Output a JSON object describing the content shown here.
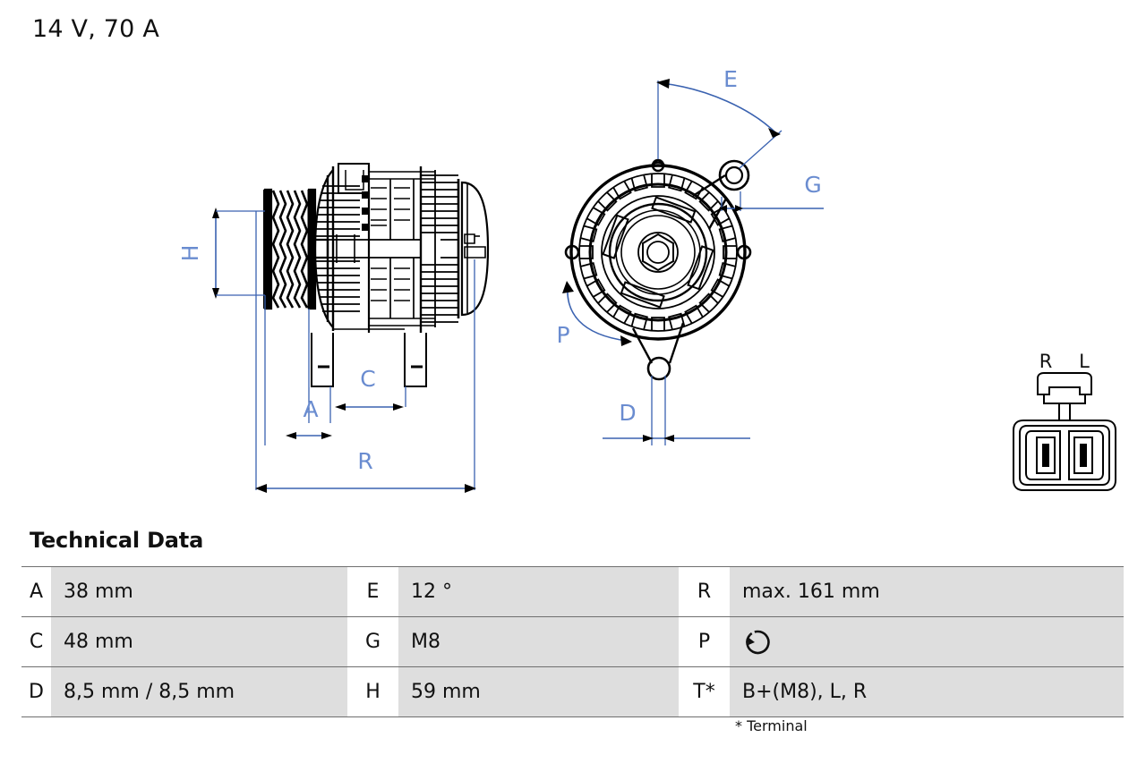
{
  "header": {
    "title": "14 V, 70 A"
  },
  "drawing": {
    "side_view": {
      "name": "alternator-side-view",
      "dimension_labels": [
        {
          "id": "H",
          "label": "H",
          "orientation": "vertical"
        },
        {
          "id": "A",
          "label": "A",
          "orientation": "horizontal"
        },
        {
          "id": "C",
          "label": "C",
          "orientation": "horizontal"
        },
        {
          "id": "R",
          "label": "R",
          "orientation": "horizontal"
        }
      ]
    },
    "front_view": {
      "name": "alternator-front-view",
      "dimension_labels": [
        {
          "id": "E",
          "label": "E",
          "type": "angle"
        },
        {
          "id": "G",
          "label": "G",
          "type": "leader"
        },
        {
          "id": "P",
          "label": "P",
          "type": "rotation"
        },
        {
          "id": "D",
          "label": "D",
          "type": "linear"
        }
      ]
    },
    "connector": {
      "name": "plug-connector",
      "pins": [
        {
          "label": "R"
        },
        {
          "label": "L"
        }
      ]
    }
  },
  "technical_data": {
    "heading": "Technical Data",
    "rows": [
      {
        "k1": "A",
        "v1": "38 mm",
        "k2": "E",
        "v2": "12 °",
        "k3": "R",
        "v3": "max. 161 mm"
      },
      {
        "k1": "C",
        "v1": "48 mm",
        "k2": "G",
        "v2": "M8",
        "k3": "P",
        "v3": ""
      },
      {
        "k1": "D",
        "v1": "8,5 mm / 8,5 mm",
        "k2": "H",
        "v2": "59 mm",
        "k3": "T*",
        "v3": "B+(M8), L, R"
      }
    ],
    "footnote": "* Terminal"
  },
  "colors": {
    "dimension_blue": "#3a62b0",
    "dimension_label_blue": "#6a8cd0",
    "table_value_bg": "#dedede",
    "table_rule": "#6f6f6f"
  }
}
